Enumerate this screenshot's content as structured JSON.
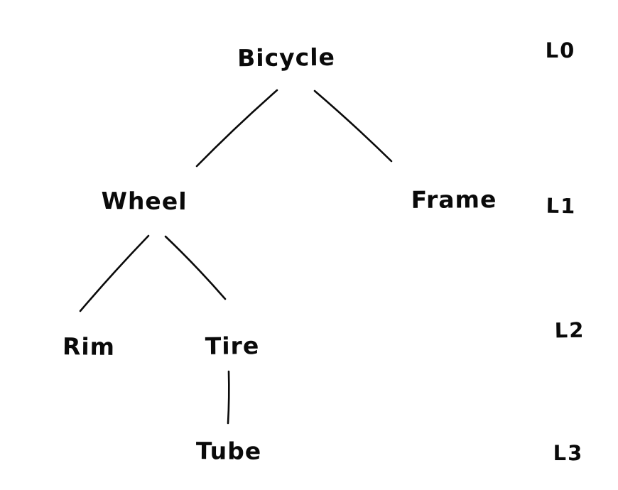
{
  "diagram": {
    "type": "tree",
    "description": "Hand-drawn component hierarchy tree of a bicycle with depth level labels",
    "nodes": [
      {
        "id": "bicycle",
        "label": "Bicycle",
        "level": "L0",
        "parent": null
      },
      {
        "id": "wheel",
        "label": "Wheel",
        "level": "L1",
        "parent": "bicycle"
      },
      {
        "id": "frame",
        "label": "Frame",
        "level": "L1",
        "parent": "bicycle"
      },
      {
        "id": "rim",
        "label": "Rim",
        "level": "L2",
        "parent": "wheel"
      },
      {
        "id": "tire",
        "label": "Tire",
        "level": "L2",
        "parent": "wheel"
      },
      {
        "id": "tube",
        "label": "Tube",
        "level": "L3",
        "parent": "tire"
      }
    ],
    "edges": [
      {
        "from": "Bicycle",
        "to": "Wheel"
      },
      {
        "from": "Bicycle",
        "to": "Frame"
      },
      {
        "from": "Wheel",
        "to": "Rim"
      },
      {
        "from": "Wheel",
        "to": "Tire"
      },
      {
        "from": "Tire",
        "to": "Tube"
      }
    ],
    "level_labels": [
      "L0",
      "L1",
      "L2",
      "L3"
    ],
    "colors": {
      "ink": "#0a0a0a",
      "background": "#ffffff"
    }
  }
}
